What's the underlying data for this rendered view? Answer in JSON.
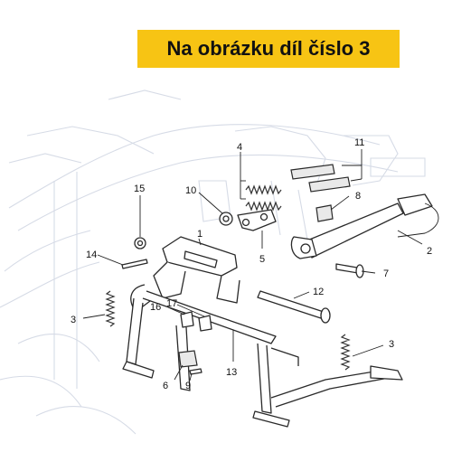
{
  "banner": {
    "text": "Na obrázku díl číslo 3"
  },
  "callouts": {
    "n1": "1",
    "n2": "2",
    "n3a": "3",
    "n3b": "3",
    "n4": "4",
    "n5": "5",
    "n6": "6",
    "n7": "7",
    "n8": "8",
    "n9": "9",
    "n10": "10",
    "n11": "11",
    "n12": "12",
    "n13": "13",
    "n14": "14",
    "n15": "15",
    "n16": "16",
    "n17": "17"
  },
  "colors": {
    "banner_bg": "#f7c414",
    "banner_text": "#111111",
    "ghost_frame": "#d6dbe6"
  }
}
